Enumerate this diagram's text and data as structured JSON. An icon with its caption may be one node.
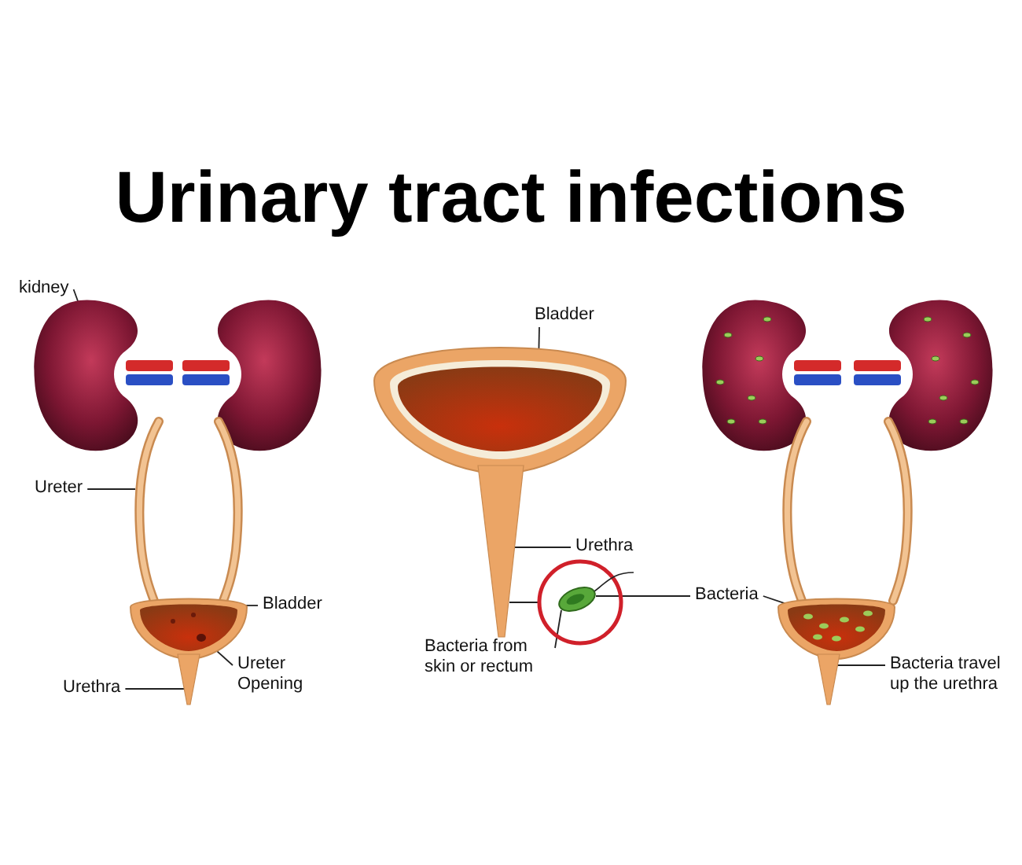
{
  "diagram": {
    "title": "Urinary tract infections",
    "nodes": [
      {
        "text": [
          "kidney"
        ]
      },
      {
        "text": [],
        "shape": "picture"
      },
      {
        "text": [
          "Ureter"
        ]
      },
      {
        "text": [],
        "shape": "picture"
      },
      {
        "text": [
          "Bladder"
        ]
      },
      {
        "text": [],
        "shape": "picture"
      },
      {
        "text": [
          "Bladder"
        ]
      },
      {
        "text": [],
        "shape": "picture"
      },
      {
        "text": [
          "Ureter Opening"
        ]
      },
      {
        "text": [],
        "shape": "circle",
        "in": 7
      },
      {
        "text": [
          "Urethra"
        ]
      },
      {
        "text": [],
        "shape": "picture"
      },
      {
        "text": [
          "Bacteria"
        ]
      },
      {
        "text": [],
        "shape": "circle"
      },
      {
        "text": [],
        "shape": "picture",
        "in": 13
      },
      {
        "text": [],
        "shape": "picture"
      },
      {
        "text": [
          "Urethra"
        ]
      },
      {
        "text": [],
        "shape": "picture"
      },
      {
        "text": [
          "Bacteria from skin or rectum"
        ]
      },
      {
        "text": [
          "Bacteria travel up the urethra"
        ]
      },
      {
        "text": [],
        "shape": "picture"
      }
    ],
    "edges": [
      {
        "from": 0,
        "to": 1,
        "arrow": "none"
      },
      {
        "from": 2,
        "to": 3,
        "arrow": "none"
      },
      {
        "from": 4,
        "to": 5,
        "arrow": "none"
      },
      {
        "from": 6,
        "to": 7,
        "arrow": "none"
      },
      {
        "from": 8,
        "to": 9,
        "arrow": "none"
      },
      {
        "from": 10,
        "to": 11,
        "arrow": "none"
      },
      {
        "from": 12,
        "to": 14,
        "arrow": "none"
      },
      {
        "from": 12,
        "to": 15,
        "arrow": "none"
      },
      {
        "from": 13,
        "to": 11,
        "arrow": "none"
      },
      {
        "from": 16,
        "to": 17,
        "arrow": "none"
      },
      {
        "from": 18,
        "to": 14,
        "arrow": "none"
      },
      {
        "from": 19,
        "to": 20,
        "arrow": "none"
      }
    ]
  }
}
